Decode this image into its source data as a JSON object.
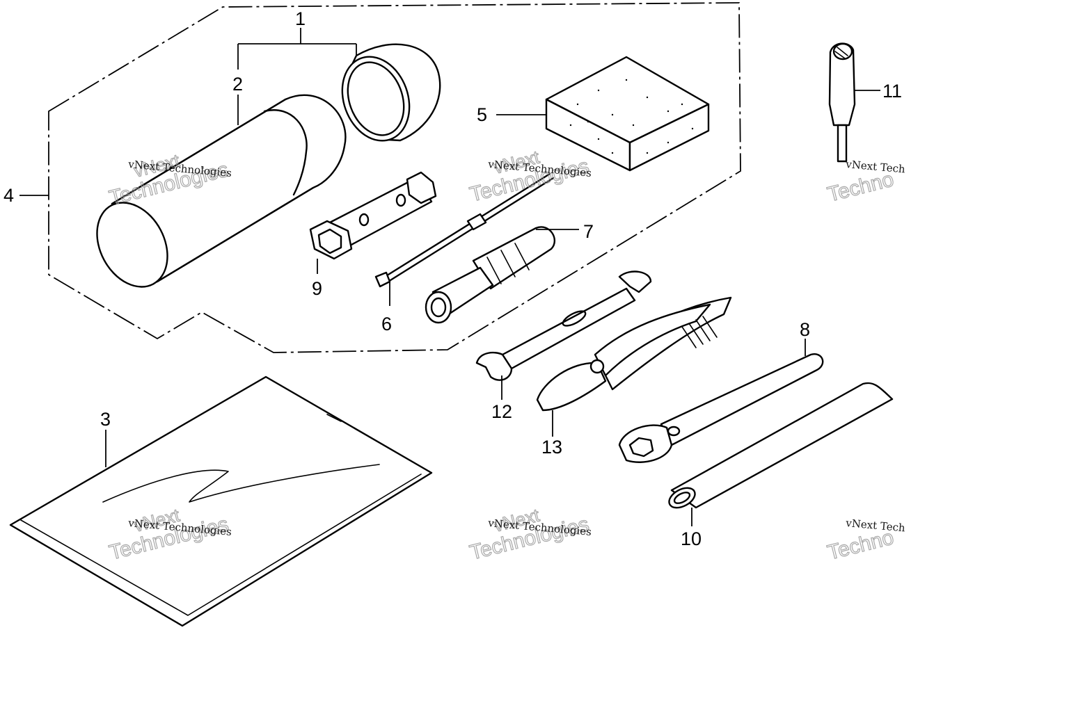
{
  "callouts": {
    "c1": "1",
    "c2": "2",
    "c3": "3",
    "c4": "4",
    "c5": "5",
    "c6": "6",
    "c7": "7",
    "c8": "8",
    "c9": "9",
    "c10": "10",
    "c11": "11",
    "c12": "12",
    "c13": "13"
  },
  "watermark": {
    "line_small": "vNext Technologies",
    "line_small_cut": "vNext Tech",
    "line_big_1": "vNext",
    "line_big_2": "Technologies",
    "line_big_2_cut": "Techno"
  },
  "parts_icons": [
    "tool-case-icon",
    "tool-case-cap-icon",
    "owners-manual-bag-icon",
    "sponge-block-icon",
    "screwdriver-shaft-icon",
    "screwdriver-handle-icon",
    "box-wrench-handle-bar-icon",
    "spark-plug-wrench-icon",
    "grip-sleeve-icon",
    "valve-adjuster-icon",
    "open-end-wrench-icon",
    "pliers-icon"
  ]
}
